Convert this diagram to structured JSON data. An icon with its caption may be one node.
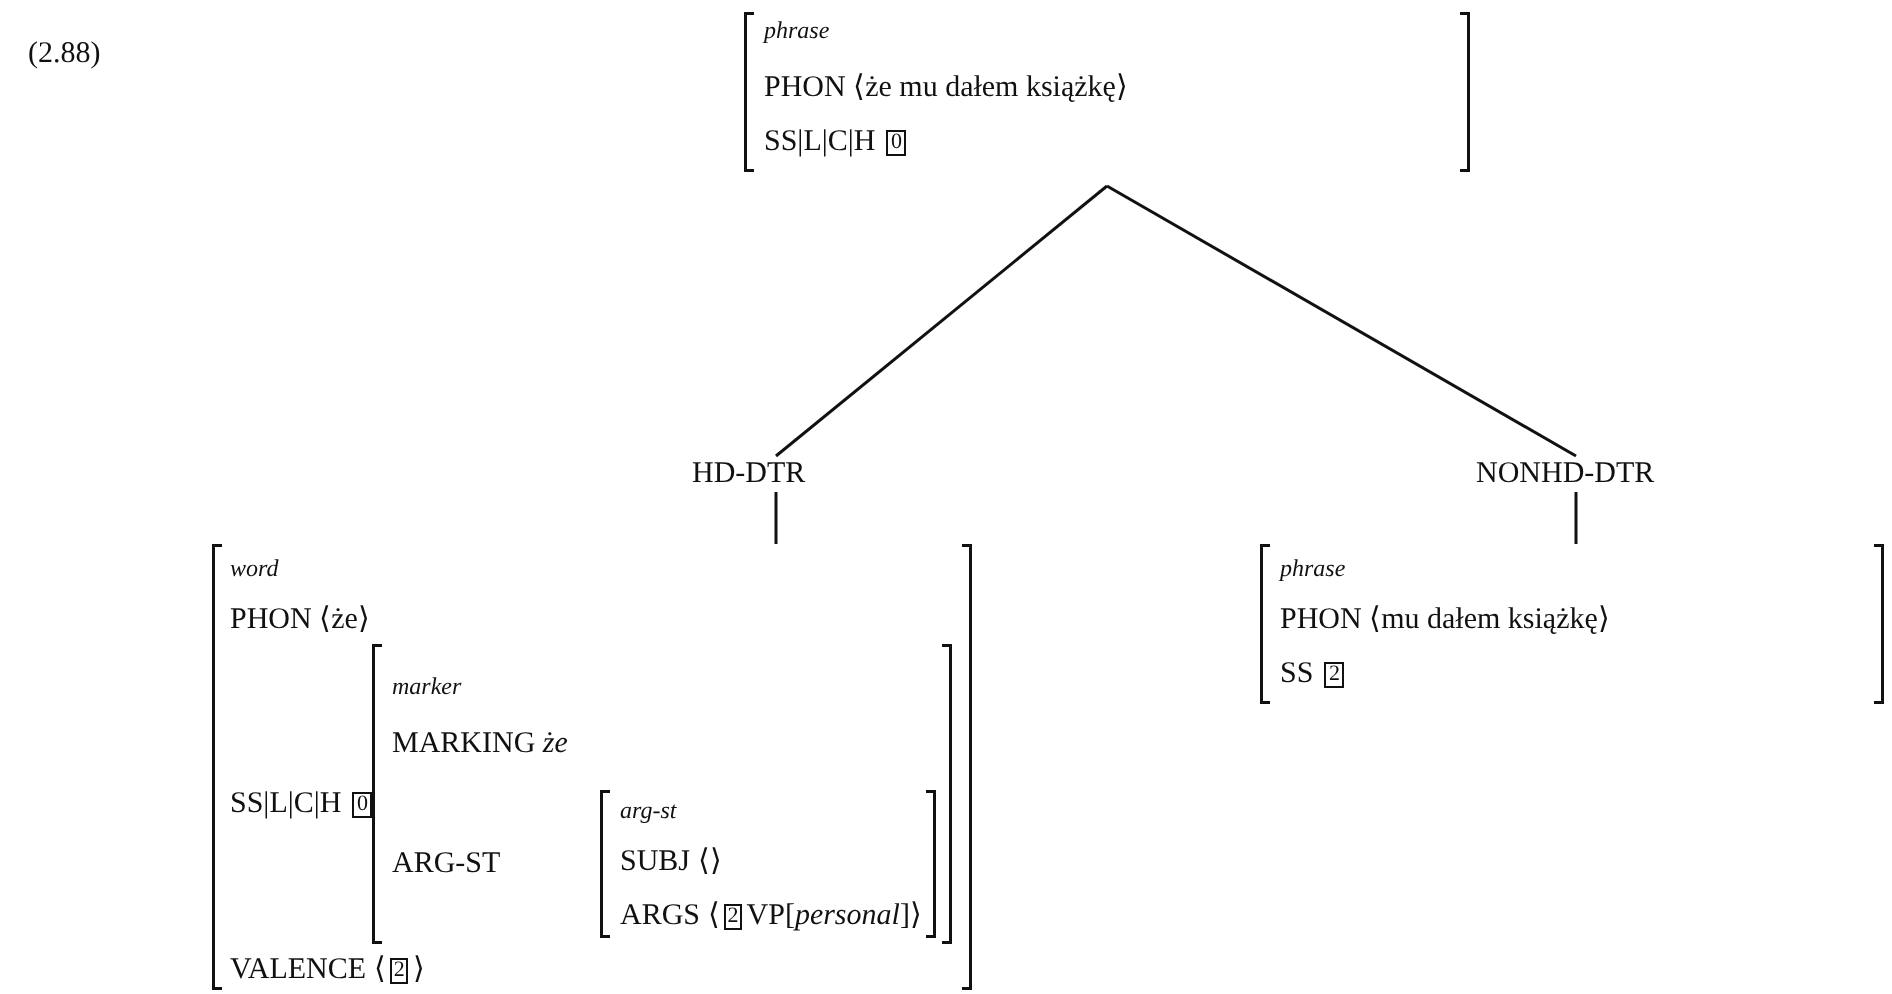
{
  "diagram": {
    "nodes": [
      {
        "text": [
          "phrase",
          "PHON ⟨że mu dałem książkę⟩",
          "SS|L|C|H 0"
        ]
      },
      {
        "text": [
          "HD-DTR"
        ]
      },
      {
        "text": [
          "NONHD-DTR"
        ]
      },
      {
        "text": [
          "word",
          "PHON ⟨że⟩",
          "SS|L|C|H 0",
          "VALENCE ⟨2⟩"
        ]
      },
      {
        "text": [
          "marker",
          "MARKING *że*",
          "ARG-ST"
        ],
        "in": 3
      },
      {
        "text": [
          "arg-st",
          "SUBJ ⟨⟩",
          "ARGS ⟨2VP[*personal*]⟩"
        ],
        "in": 4
      },
      {
        "text": [
          "phrase",
          "PHON ⟨mu dałem książkę⟩",
          "SS 2"
        ]
      }
    ],
    "edges": [
      {
        "from": 0,
        "to": 1,
        "arrow": "none"
      },
      {
        "from": 0,
        "to": 2,
        "arrow": "none"
      },
      {
        "from": 1,
        "to": 3,
        "arrow": "none"
      },
      {
        "from": 2,
        "to": 6,
        "arrow": "none"
      }
    ],
    "labels": [
      "(2.88)"
    ]
  }
}
